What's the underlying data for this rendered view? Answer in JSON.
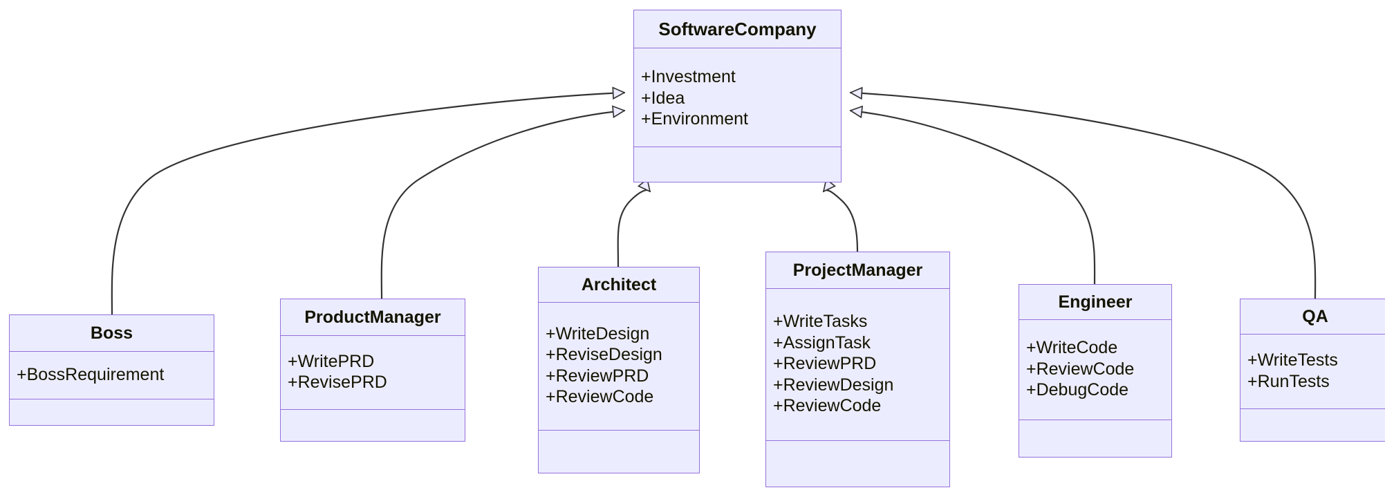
{
  "diagram": {
    "type": "uml-class-diagram",
    "title": "",
    "colors": {
      "class_fill": "#ECECFF",
      "class_border": "#9370DB",
      "text": "#131300",
      "edge_line": "#333333",
      "arrowhead_fill": "#ECECFF",
      "background": "#FFFFFF"
    },
    "classes": [
      {
        "id": "softwarecompany",
        "name": "SoftwareCompany",
        "attributes": [
          "+Investment",
          "+Idea",
          "+Environment"
        ],
        "methods": []
      },
      {
        "id": "boss",
        "name": "Boss",
        "attributes": [
          "+BossRequirement"
        ],
        "methods": []
      },
      {
        "id": "productmanager",
        "name": "ProductManager",
        "attributes": [
          "+WritePRD",
          "+RevisePRD"
        ],
        "methods": []
      },
      {
        "id": "architect",
        "name": "Architect",
        "attributes": [
          "+WriteDesign",
          "+ReviseDesign",
          "+ReviewPRD",
          "+ReviewCode"
        ],
        "methods": []
      },
      {
        "id": "projectmanager",
        "name": "ProjectManager",
        "attributes": [
          "+WriteTasks",
          "+AssignTask",
          "+ReviewPRD",
          "+ReviewDesign",
          "+ReviewCode"
        ],
        "methods": []
      },
      {
        "id": "engineer",
        "name": "Engineer",
        "attributes": [
          "+WriteCode",
          "+ReviewCode",
          "+DebugCode"
        ],
        "methods": []
      },
      {
        "id": "qa",
        "name": "QA",
        "attributes": [
          "+WriteTests",
          "+RunTests"
        ],
        "methods": []
      }
    ],
    "relationships": [
      {
        "from": "boss",
        "to": "softwarecompany",
        "kind": "generalization",
        "label": ""
      },
      {
        "from": "productmanager",
        "to": "softwarecompany",
        "kind": "generalization",
        "label": ""
      },
      {
        "from": "architect",
        "to": "softwarecompany",
        "kind": "generalization",
        "label": ""
      },
      {
        "from": "projectmanager",
        "to": "softwarecompany",
        "kind": "generalization",
        "label": ""
      },
      {
        "from": "engineer",
        "to": "softwarecompany",
        "kind": "generalization",
        "label": ""
      },
      {
        "from": "qa",
        "to": "softwarecompany",
        "kind": "generalization",
        "label": ""
      }
    ]
  }
}
